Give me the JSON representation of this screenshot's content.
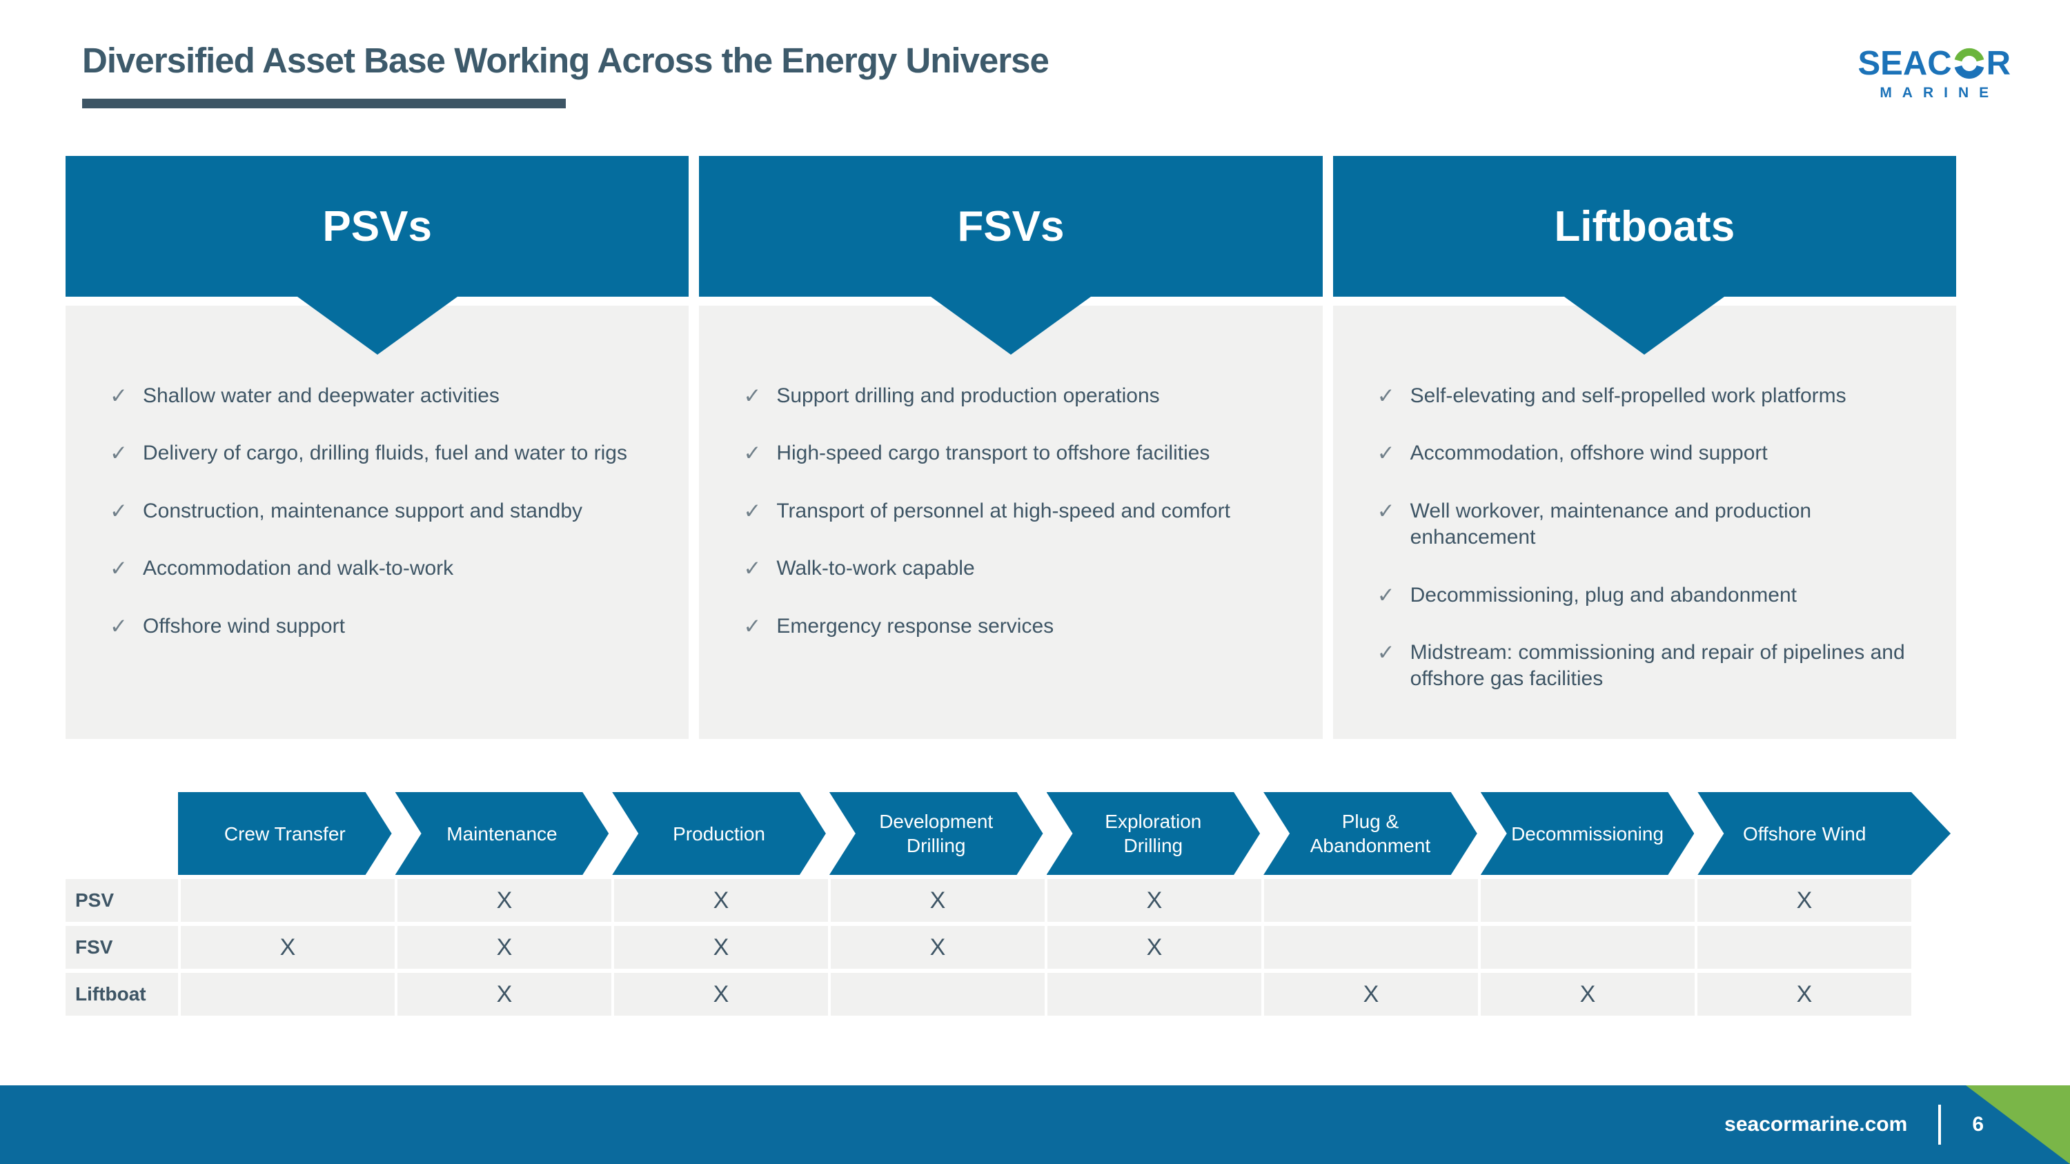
{
  "title": "Diversified Asset Base Working Across the Energy Universe",
  "logo": {
    "line1_left": "SEAC",
    "line1_right": "R",
    "line2": "MARINE",
    "o_icon": "seacor-ring-icon"
  },
  "icons": {
    "check": "✓"
  },
  "panels": [
    {
      "title": "PSVs",
      "bullets": [
        "Shallow water and deepwater activities",
        "Delivery of cargo, drilling fluids, fuel and water to rigs",
        "Construction, maintenance support and standby",
        "Accommodation and walk-to-work",
        "Offshore wind support"
      ]
    },
    {
      "title": "FSVs",
      "bullets": [
        "Support drilling and production operations",
        "High-speed cargo transport to offshore facilities",
        "Transport of personnel at high-speed and comfort",
        "Walk-to-work capable",
        "Emergency response services"
      ]
    },
    {
      "title": "Liftboats",
      "bullets": [
        "Self-elevating and self-propelled work platforms",
        "Accommodation, offshore wind support",
        "Well workover, maintenance and production enhancement",
        "Decommissioning, plug and abandonment",
        "Midstream: commissioning and repair of pipelines and offshore gas facilities"
      ]
    }
  ],
  "matrix": {
    "columns": [
      "Crew Transfer",
      "Maintenance",
      "Production",
      "Development Drilling",
      "Exploration Drilling",
      "Plug & Abandonment",
      "Decommissioning",
      "Offshore Wind"
    ],
    "rows": [
      {
        "label": "PSV",
        "cells": [
          "",
          "X",
          "X",
          "X",
          "X",
          "",
          "",
          "X"
        ]
      },
      {
        "label": "FSV",
        "cells": [
          "X",
          "X",
          "X",
          "X",
          "X",
          "",
          "",
          ""
        ]
      },
      {
        "label": "Liftboat",
        "cells": [
          "",
          "X",
          "X",
          "",
          "",
          "X",
          "X",
          "X"
        ]
      }
    ]
  },
  "footer": {
    "website": "seacormarine.com",
    "page_number": "6"
  },
  "colors": {
    "accent_blue": "#056D9E",
    "panel_gray": "#F1F1F0",
    "title_slate": "#3D5A6B",
    "text_slate": "#3E5565",
    "check_gray": "#71808A",
    "logo_blue": "#1B72B8",
    "logo_green": "#6BB53C",
    "footer_green": "#7AB648"
  }
}
